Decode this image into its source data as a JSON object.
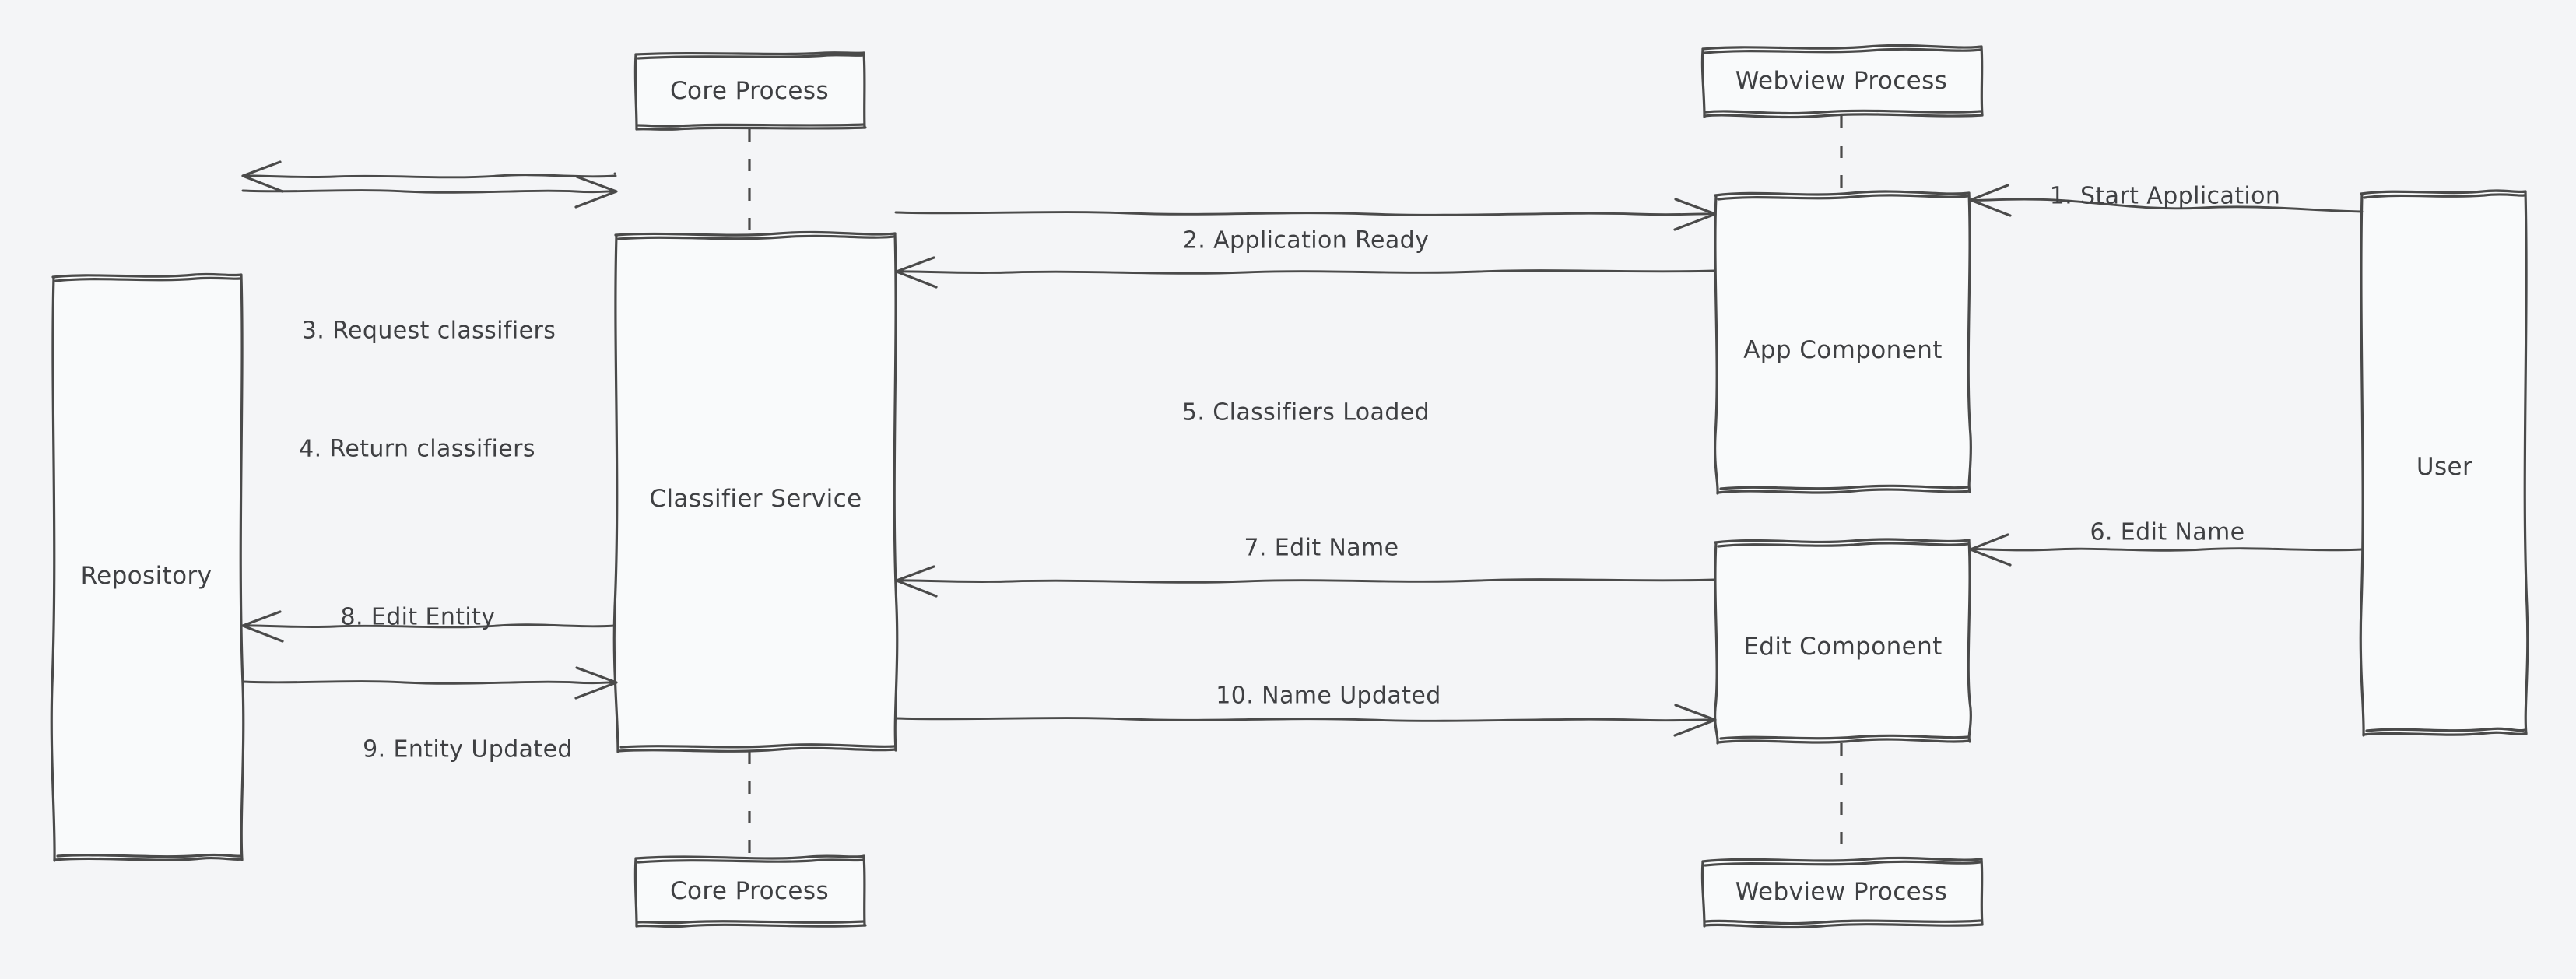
{
  "diagram": {
    "kind": "sequence-diagram",
    "title": "",
    "background_color": "#f4f5f7",
    "stroke_color": "#4a4a4a",
    "text_color": "#3f4043"
  },
  "process_headers": {
    "top_left": "Core Process",
    "top_right": "Webview Process",
    "bottom_left": "Core Process",
    "bottom_right": "Webview Process"
  },
  "participants": [
    {
      "id": "repository",
      "label": "Repository"
    },
    {
      "id": "classifier-service",
      "label": "Classifier Service"
    },
    {
      "id": "app-component",
      "label": "App Component"
    },
    {
      "id": "edit-component",
      "label": "Edit Component"
    },
    {
      "id": "user",
      "label": "User"
    }
  ],
  "messages": [
    {
      "number": "1.",
      "label": "1. Start Application",
      "from": "user",
      "to": "app-component"
    },
    {
      "number": "2.",
      "label": "2. Application Ready",
      "from": "app-component",
      "to": "classifier-service"
    },
    {
      "number": "3.",
      "label": "3. Request classifiers",
      "from": "classifier-service",
      "to": "repository"
    },
    {
      "number": "4.",
      "label": "4. Return classifiers",
      "from": "repository",
      "to": "classifier-service"
    },
    {
      "number": "5.",
      "label": "5. Classifiers Loaded",
      "from": "classifier-service",
      "to": "app-component"
    },
    {
      "number": "6.",
      "label": "6. Edit Name",
      "from": "user",
      "to": "edit-component"
    },
    {
      "number": "7.",
      "label": "7. Edit Name",
      "from": "edit-component",
      "to": "classifier-service"
    },
    {
      "number": "8.",
      "label": "8. Edit Entity",
      "from": "classifier-service",
      "to": "repository"
    },
    {
      "number": "9.",
      "label": "9. Entity Updated",
      "from": "repository",
      "to": "classifier-service"
    },
    {
      "number": "10.",
      "label": "10. Name Updated",
      "from": "classifier-service",
      "to": "edit-component"
    }
  ]
}
